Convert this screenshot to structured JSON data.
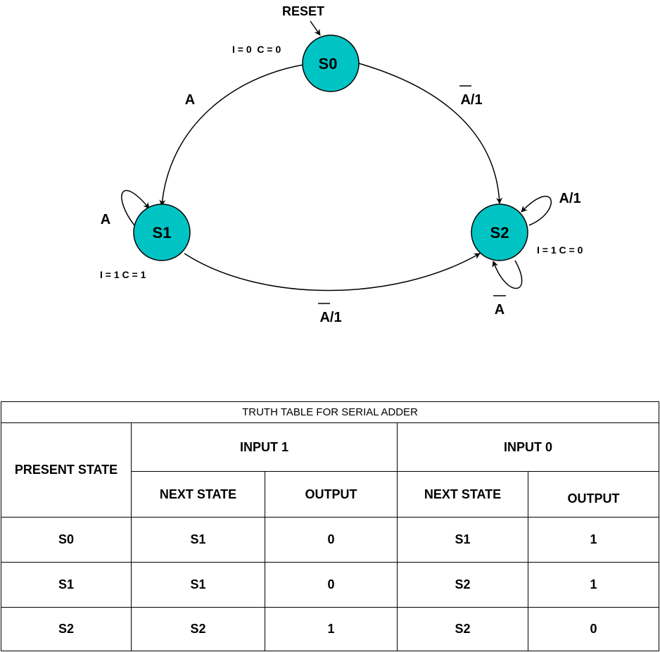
{
  "diagram": {
    "reset_label": "RESET",
    "states": [
      {
        "id": "S0",
        "label": "S0",
        "outputs": "I = 0  C = 0"
      },
      {
        "id": "S1",
        "label": "S1",
        "outputs": "I = 1 C = 1"
      },
      {
        "id": "S2",
        "label": "S2",
        "outputs": "I = 1 C = 0"
      }
    ],
    "transitions": [
      {
        "from": "S0",
        "to": "S1",
        "label": "A"
      },
      {
        "from": "S0",
        "to": "S2",
        "label": "A/1",
        "overline": "A"
      },
      {
        "from": "S1",
        "to": "S1",
        "label": "A"
      },
      {
        "from": "S1",
        "to": "S2",
        "label": "A/1",
        "overline": "A"
      },
      {
        "from": "S2",
        "to": "S2",
        "label": "A/1"
      },
      {
        "from": "S2",
        "to": "S2",
        "label": "A",
        "overline": "A"
      }
    ],
    "colors": {
      "state_fill": "#00C4C4",
      "stroke": "#000000"
    }
  },
  "table": {
    "caption": "TRUTH TABLE FOR SERIAL ADDER",
    "present_state_header": "PRESENT STATE",
    "input1_header": "INPUT 1",
    "input0_header": "INPUT 0",
    "next_state_header": "NEXT STATE",
    "output_header": "OUTPUT",
    "rows": [
      {
        "present": "S0",
        "in1_next": "S1",
        "in1_out": "0",
        "in0_next": "S1",
        "in0_out": "1"
      },
      {
        "present": "S1",
        "in1_next": "S1",
        "in1_out": "0",
        "in0_next": "S2",
        "in0_out": "1"
      },
      {
        "present": "S2",
        "in1_next": "S2",
        "in1_out": "1",
        "in0_next": "S2",
        "in0_out": "0"
      }
    ]
  }
}
